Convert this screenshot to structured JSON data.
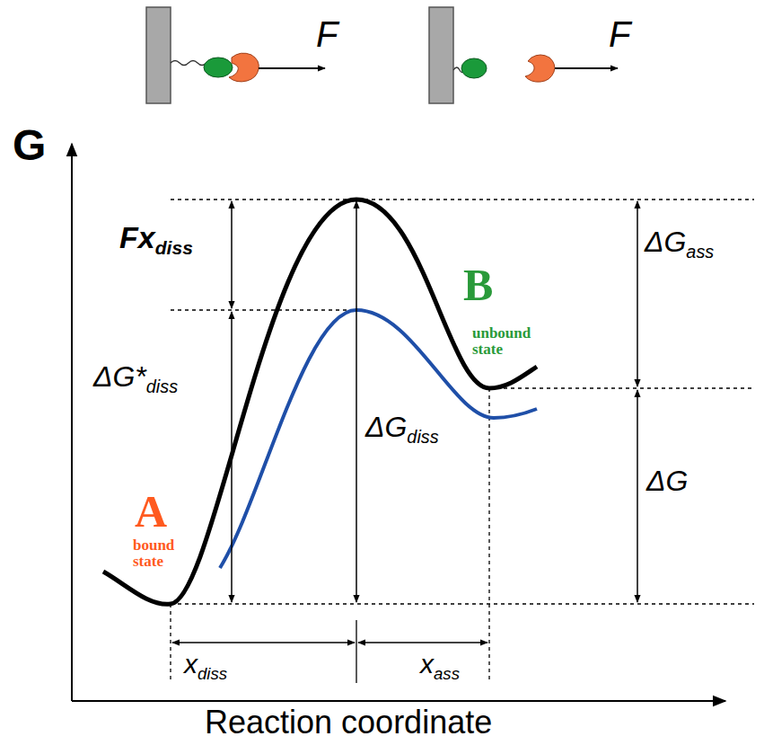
{
  "diagram": {
    "labels": [
      "F",
      "F",
      "G",
      "Fx",
      "diss",
      "ΔG*",
      "diss",
      "ΔG",
      "diss",
      "ΔG",
      "ass",
      "ΔG",
      "A",
      "bound state",
      "B",
      "unbound state",
      "x",
      "diss",
      "x",
      "ass",
      "Reaction coordinate"
    ]
  }
}
